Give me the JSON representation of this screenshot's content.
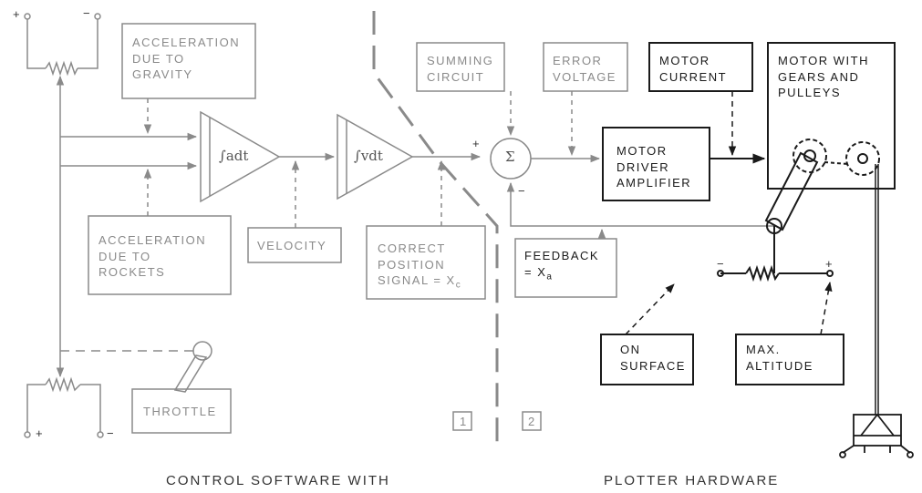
{
  "labels": {
    "accel_gravity": [
      "ACCELERATION",
      "DUE TO",
      "GRAVITY"
    ],
    "accel_rockets": [
      "ACCELERATION",
      "DUE TO",
      "ROCKETS"
    ],
    "velocity": "VELOCITY",
    "correct_position": [
      "CORRECT",
      "POSITION",
      "SIGNAL = X",
      "c"
    ],
    "summing_circuit": [
      "SUMMING",
      "CIRCUIT"
    ],
    "error_voltage": [
      "ERROR",
      "VOLTAGE"
    ],
    "motor_current": [
      "MOTOR",
      "CURRENT"
    ],
    "motor_driver": [
      "MOTOR",
      "DRIVER",
      "AMPLIFIER"
    ],
    "motor_gears": [
      "MOTOR WITH",
      "GEARS AND",
      "PULLEYS"
    ],
    "feedback": [
      "FEEDBACK",
      "= X",
      "a"
    ],
    "on_surface": [
      "ON",
      "SURFACE"
    ],
    "max_altitude": [
      "MAX.",
      "ALTITUDE"
    ],
    "throttle": "THROTTLE"
  },
  "symbols": {
    "integrator_a": "∫adt",
    "integrator_v": "∫vdt",
    "sigma": "Σ",
    "plus": "+",
    "minus": "−"
  },
  "sections": {
    "left_num": "1",
    "right_num": "2",
    "left_caption": "CONTROL SOFTWARE WITH",
    "right_caption": "PLOTTER HARDWARE"
  },
  "colors": {
    "line_gray": "#8a8a8a",
    "line_dark": "#1a1a1a"
  }
}
